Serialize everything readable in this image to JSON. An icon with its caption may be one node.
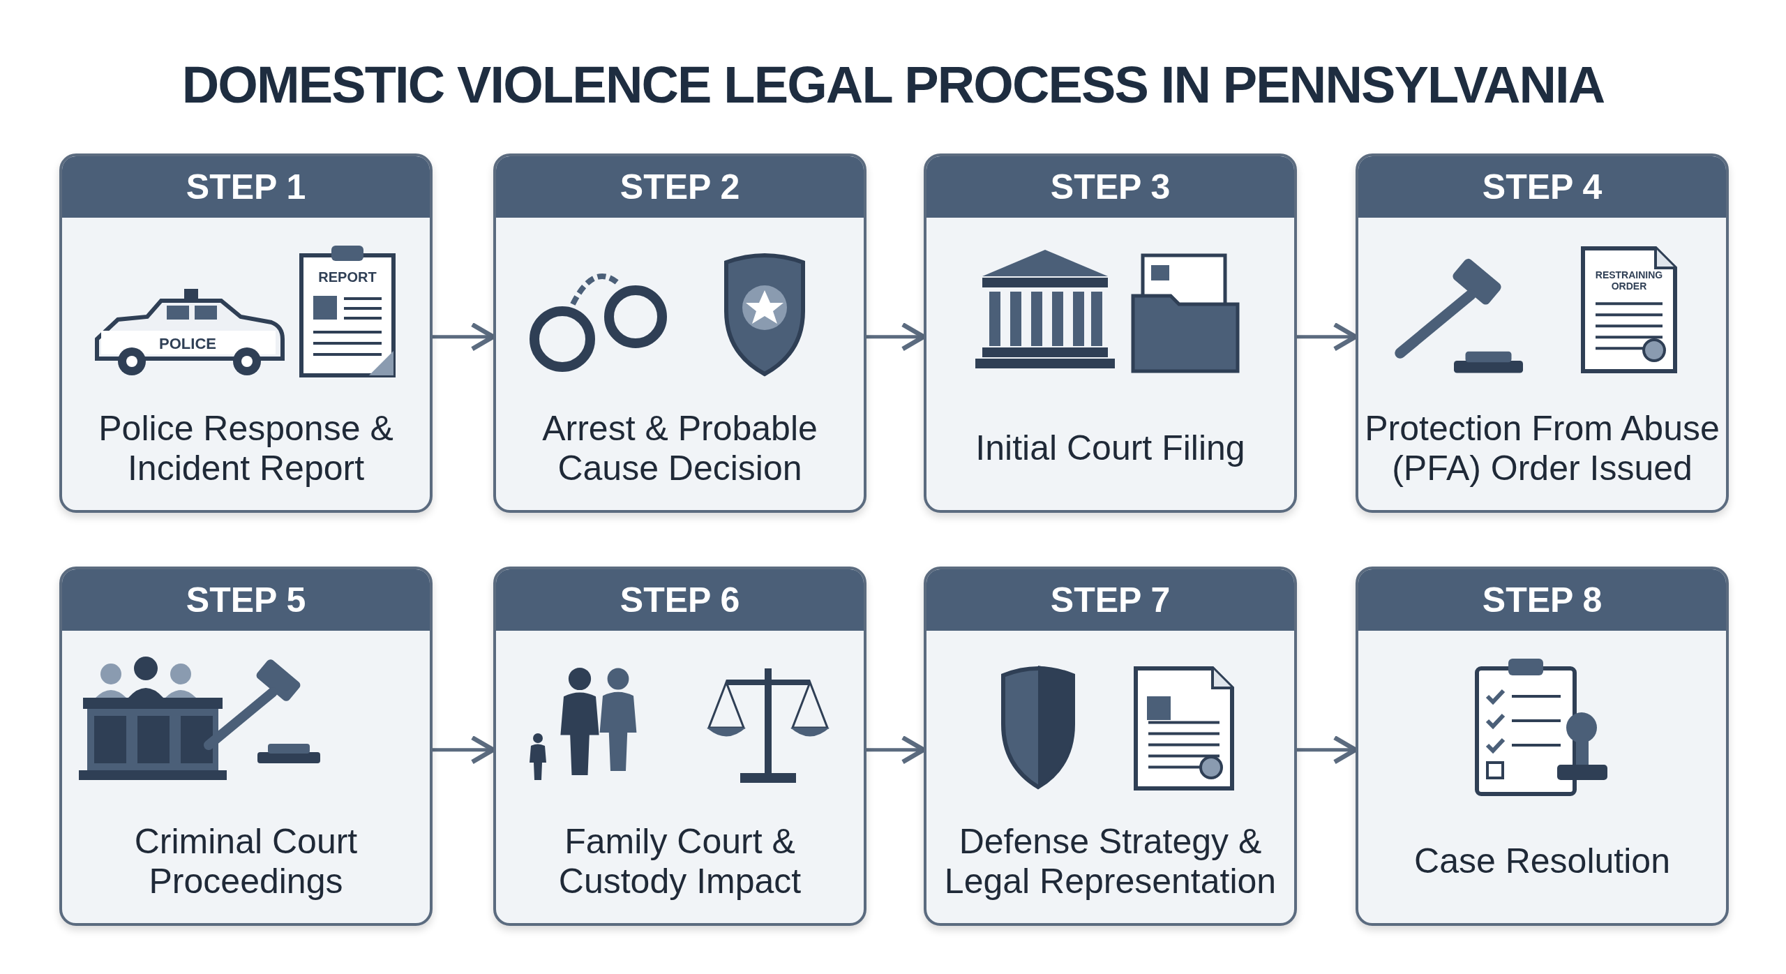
{
  "diagram": {
    "title": "DOMESTIC VIOLENCE LEGAL PROCESS IN PENNSYLVANIA",
    "nodes": [
      {
        "text": [
          "STEP 1",
          "Police Response & Incident Report"
        ]
      },
      {
        "text": [
          "STEP 2",
          "Arrest & Probable Cause Decision"
        ]
      },
      {
        "text": [
          "STEP 3",
          "Initial Court Filing"
        ]
      },
      {
        "text": [
          "STEP 4",
          "Protection From Abuse (PFA) Order Issued"
        ]
      },
      {
        "text": [
          "STEP 5",
          "Criminal Court Proceedings"
        ]
      },
      {
        "text": [
          "STEP 6",
          "Family Court & Custody Impact"
        ]
      },
      {
        "text": [
          "STEP 7",
          "Defense Strategy & Legal Representation"
        ]
      },
      {
        "text": [
          "STEP 8",
          "Case Resolution"
        ]
      }
    ],
    "edges": [
      {
        "from": 0,
        "to": 1,
        "arrow": "to"
      },
      {
        "from": 1,
        "to": 2,
        "arrow": "to"
      },
      {
        "from": 2,
        "to": 3,
        "arrow": "to"
      },
      {
        "from": 4,
        "to": 5,
        "arrow": "to"
      },
      {
        "from": 5,
        "to": 6,
        "arrow": "to"
      },
      {
        "from": 6,
        "to": 7,
        "arrow": "to"
      }
    ],
    "labels": [
      "POLICE",
      "REPORT",
      "RESTRAINING ORDER"
    ]
  }
}
